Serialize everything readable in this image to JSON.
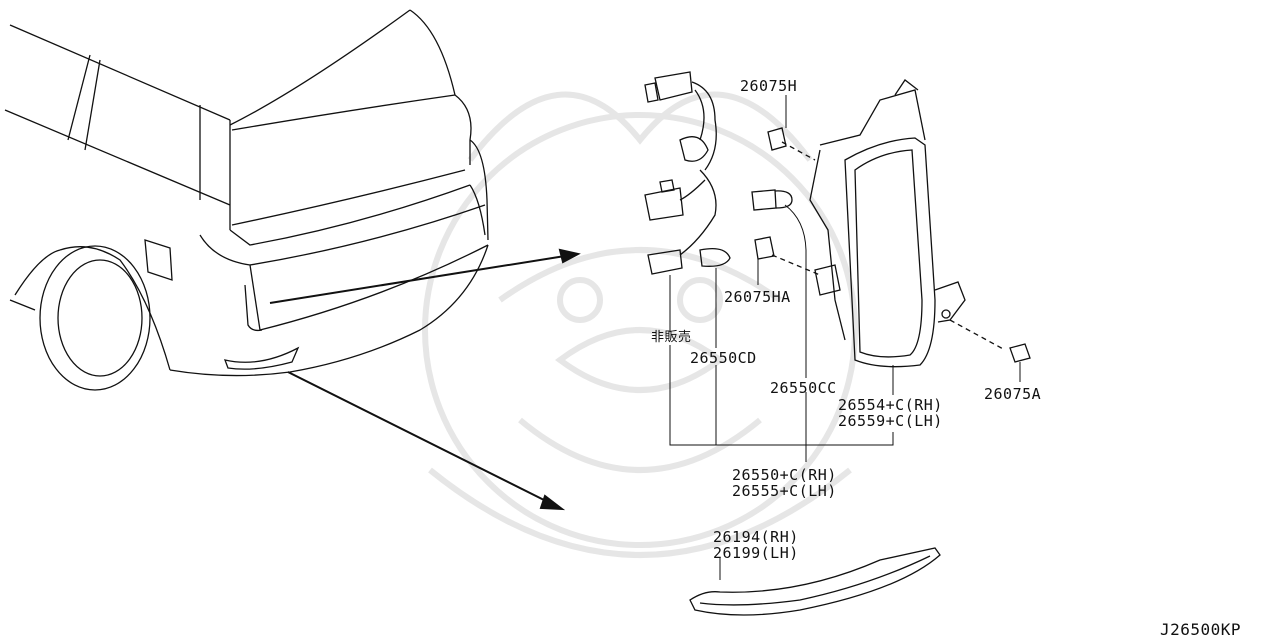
{
  "diagram": {
    "code": "J26500KP",
    "labels": {
      "p26075H": "26075H",
      "p26075HA": "26075HA",
      "p26075A": "26075A",
      "not_for_sale": "非販売",
      "p26550CD": "26550CD",
      "p26550CC": "26550CC",
      "p26554_rh": "26554+C(RH)",
      "p26559_lh": "26559+C(LH)",
      "p26550_rh": "26550+C(RH)",
      "p26555_lh": "26555+C(LH)",
      "p26194_rh": "26194(RH)",
      "p26199_lh": "26199(LH)"
    },
    "colors": {
      "line": "#111111",
      "watermark": "#e6e6e6",
      "background": "#ffffff"
    }
  }
}
